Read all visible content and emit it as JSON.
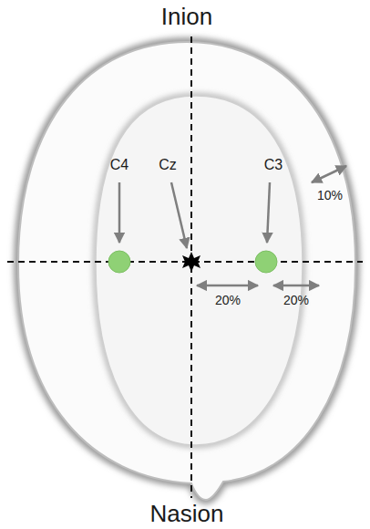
{
  "diagram": {
    "labels": [
      "Inion",
      "C4",
      "Cz",
      "C3",
      "10%",
      "20%",
      "20%",
      "Nasion"
    ]
  }
}
